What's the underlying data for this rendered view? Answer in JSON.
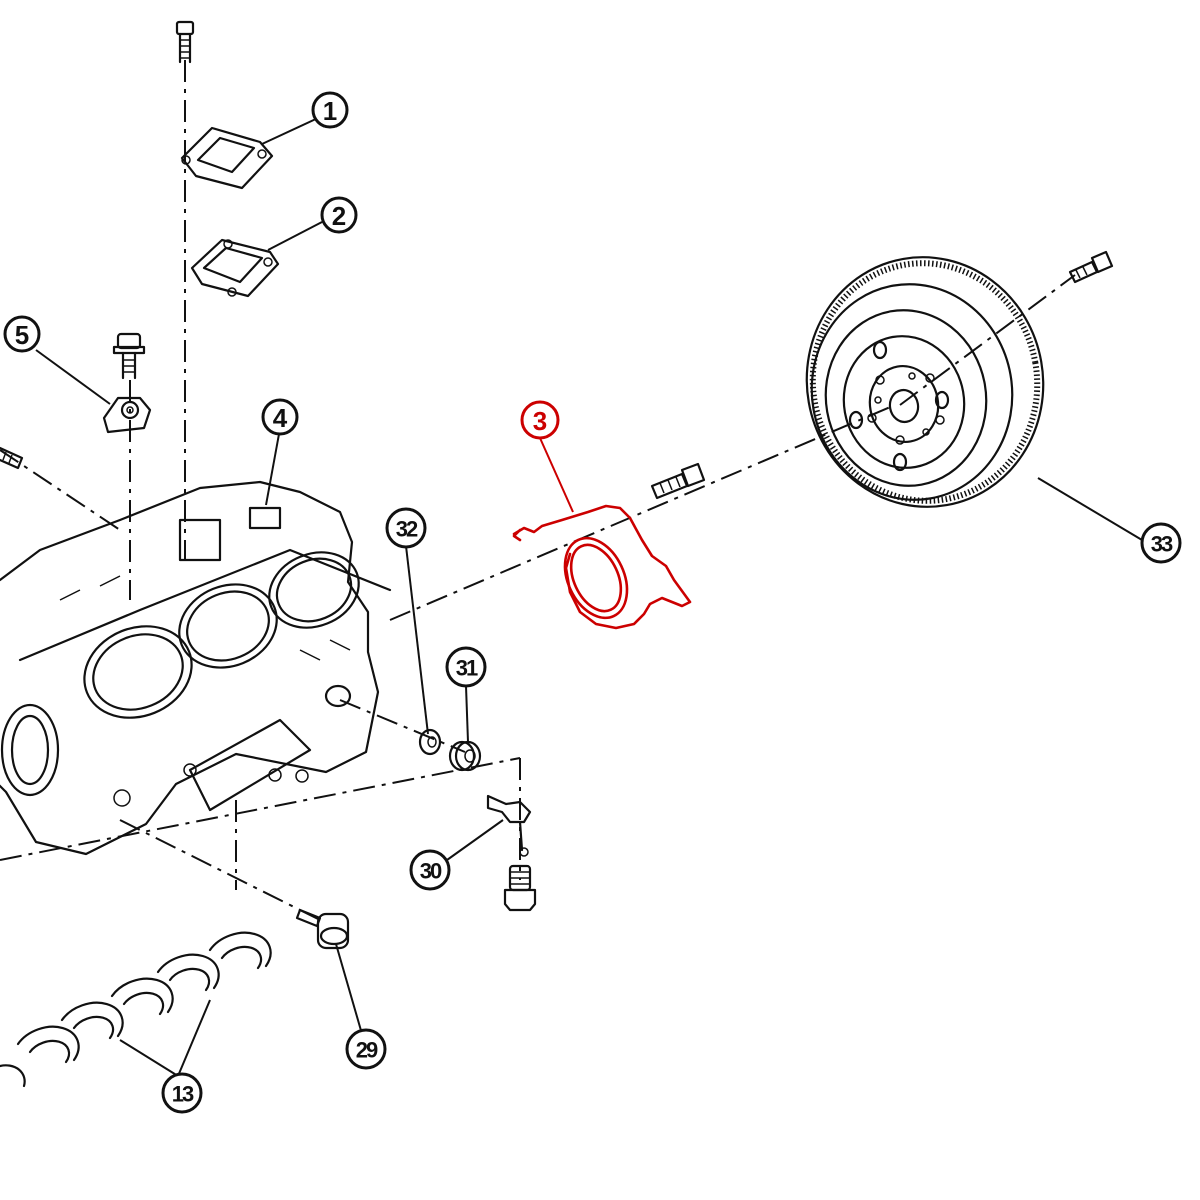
{
  "diagram": {
    "title": "Engine cylinder block exploded view",
    "highlight_color": "#cc0000",
    "line_color": "#111111",
    "highlighted_part": "3",
    "callouts": [
      {
        "id": "c1",
        "label": "1"
      },
      {
        "id": "c2",
        "label": "2"
      },
      {
        "id": "c3",
        "label": "3"
      },
      {
        "id": "c4",
        "label": "4"
      },
      {
        "id": "c5",
        "label": "5"
      },
      {
        "id": "c13",
        "label": "13"
      },
      {
        "id": "c29",
        "label": "29"
      },
      {
        "id": "c30",
        "label": "30"
      },
      {
        "id": "c31",
        "label": "31"
      },
      {
        "id": "c32",
        "label": "32"
      },
      {
        "id": "c33",
        "label": "33"
      }
    ]
  }
}
